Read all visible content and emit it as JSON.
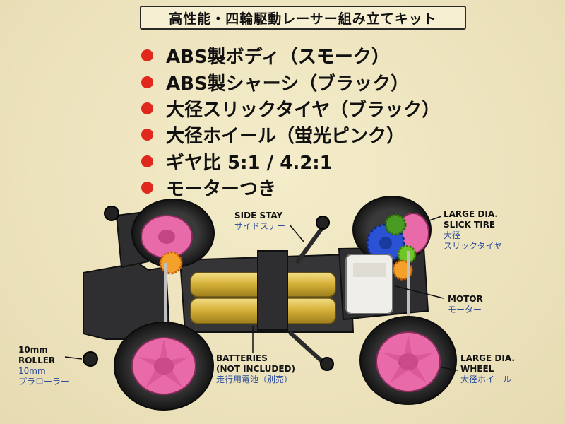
{
  "title": "高性能・四輪駆動レーサー組み立てキット",
  "features": [
    "ABS製ボディ（スモーク）",
    "ABS製シャーシ（ブラック）",
    "大径スリックタイヤ（ブラック）",
    "大径ホイール（蛍光ピンク）",
    "ギヤ比 5:1 / 4.2:1",
    "モーターつき"
  ],
  "labels": {
    "side_stay": {
      "en": "SIDE STAY",
      "jp": "サイドステー"
    },
    "slick_tire": {
      "en1": "LARGE DIA.",
      "en2": "SLICK TIRE",
      "jp1": "大径",
      "jp2": "スリックタイヤ"
    },
    "motor": {
      "en": "MOTOR",
      "jp": "モーター"
    },
    "roller": {
      "en1": "10mm",
      "en2": "ROLLER",
      "jp1": "10mm",
      "jp2": "プラローラー"
    },
    "batteries": {
      "en1": "BATTERIES",
      "en2": "(NOT INCLUDED)",
      "jp": "走行用電池（別売）"
    },
    "wheel": {
      "en1": "LARGE DIA.",
      "en2": "WHEEL",
      "jp": "大径ホイール"
    }
  },
  "colors": {
    "background": "#efe6c2",
    "bullet": "#e0281c",
    "japanese_label": "#2b4b9b",
    "wheel": "#e86aa8",
    "battery": "#d7b23a"
  },
  "icons": [
    "bullet-dot-icon"
  ]
}
